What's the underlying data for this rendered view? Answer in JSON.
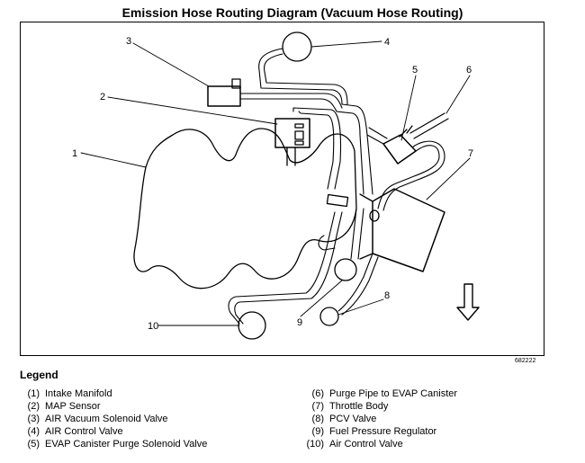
{
  "title": "Emission Hose Routing Diagram (Vacuum Hose Routing)",
  "figure_number": "682222",
  "legend": {
    "title": "Legend",
    "items": [
      {
        "num": "(1)",
        "label": "Intake Manifold"
      },
      {
        "num": "(2)",
        "label": "MAP Sensor"
      },
      {
        "num": "(3)",
        "label": "AIR Vacuum Solenoid Valve"
      },
      {
        "num": "(4)",
        "label": "AIR Control Valve"
      },
      {
        "num": "(5)",
        "label": "EVAP Canister Purge Solenoid Valve"
      },
      {
        "num": "(6)",
        "label": "Purge Pipe to EVAP Canister"
      },
      {
        "num": "(7)",
        "label": "Throttle Body"
      },
      {
        "num": "(8)",
        "label": "PCV Valve"
      },
      {
        "num": "(9)",
        "label": "Fuel Pressure Regulator"
      },
      {
        "num": "(10)",
        "label": "Air Control Valve"
      }
    ]
  },
  "callouts": [
    "1",
    "2",
    "3",
    "4",
    "5",
    "6",
    "7",
    "8",
    "9",
    "10"
  ],
  "front_arrow_icon": "down-arrow-icon"
}
